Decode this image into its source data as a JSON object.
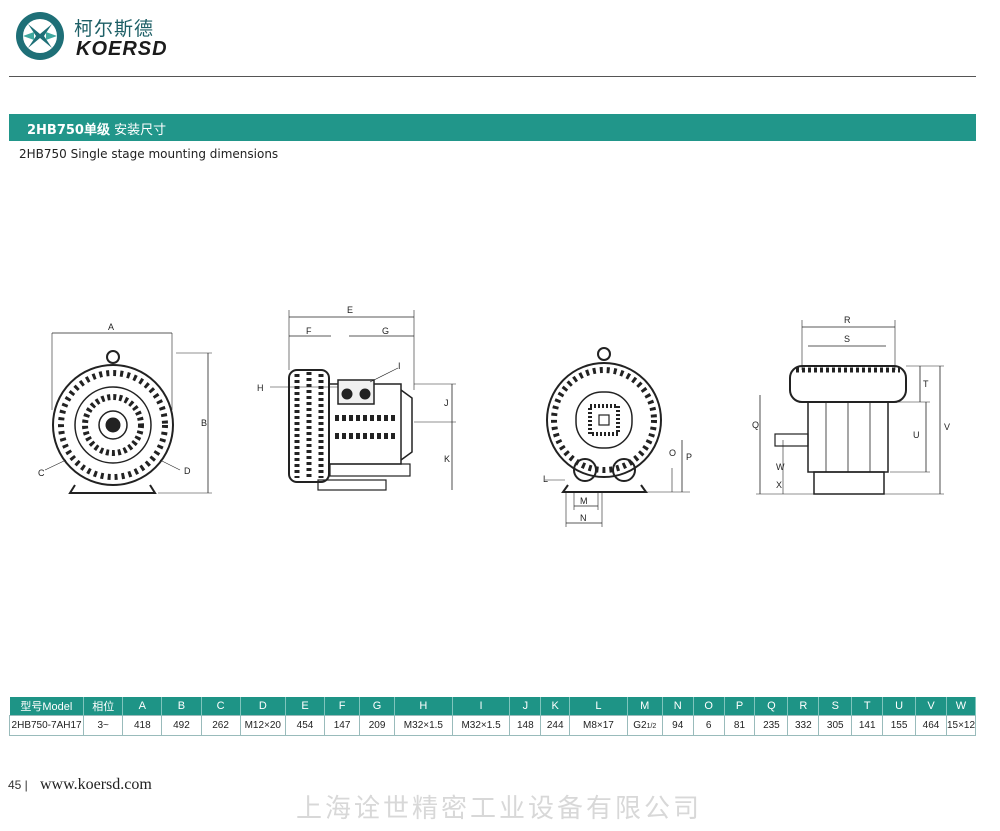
{
  "brand": {
    "name_cn": "柯尔斯德",
    "name_en": "KOERSD"
  },
  "section": {
    "title_bold": "2HB750单级",
    "title_rest": " 安装尺寸",
    "subtitle": "2HB750  Single stage mounting dimensions"
  },
  "drawing_labels": {
    "front": [
      "A",
      "B",
      "C",
      "D"
    ],
    "side": [
      "E",
      "F",
      "G",
      "H",
      "I",
      "J",
      "K"
    ],
    "rear": [
      "L",
      "M",
      "N",
      "O",
      "P"
    ],
    "top": [
      "R",
      "S",
      "Q",
      "T",
      "U",
      "V",
      "W",
      "X"
    ]
  },
  "table": {
    "headers": [
      "型号Model",
      "相位",
      "A",
      "B",
      "C",
      "D",
      "E",
      "F",
      "G",
      "H",
      "I",
      "J",
      "K",
      "L",
      "M",
      "N",
      "O",
      "P",
      "Q",
      "R",
      "S",
      "T",
      "U",
      "V",
      "W"
    ],
    "rows": [
      [
        "2HB750-7AH17",
        "3~",
        "418",
        "492",
        "262",
        "M12×20",
        "454",
        "147",
        "209",
        "M32×1.5",
        "M32×1.5",
        "148",
        "244",
        "M8×17",
        "G2",
        "94",
        "6",
        "81",
        "235",
        "332",
        "305",
        "141",
        "155",
        "464",
        "15×12"
      ]
    ],
    "m_suffix": "1/2"
  },
  "footer": {
    "page": "45 |",
    "url": "www.koersd.com",
    "company": "上海诠世精密工业设备有限公司"
  }
}
